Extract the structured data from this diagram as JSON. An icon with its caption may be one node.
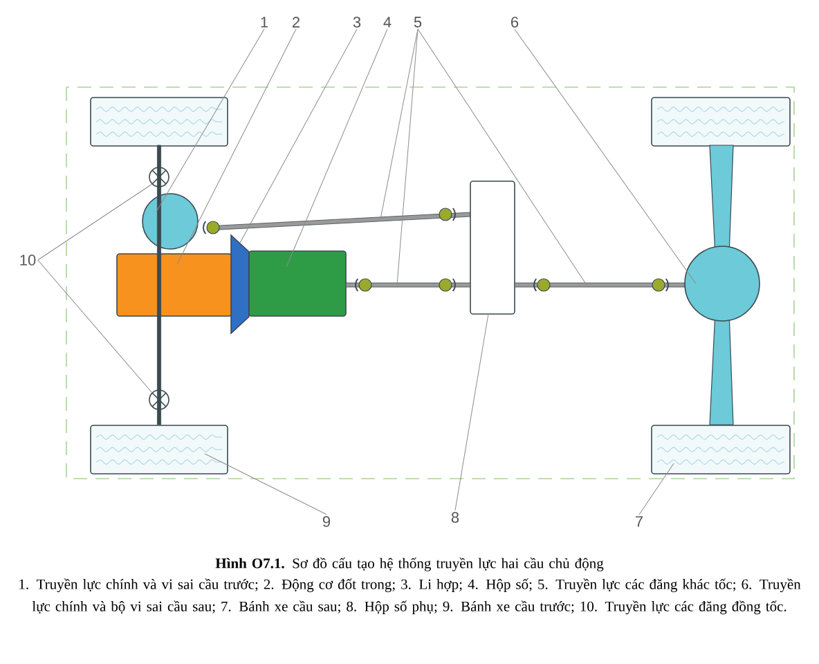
{
  "diagram": {
    "caption": "**Hình O7.1.** Sơ đồ cấu tạo hệ thống truyền lực hai cầu chủ động",
    "nodes": [
      {
        "text": [
          "1"
        ]
      },
      {
        "text": [
          "2"
        ]
      },
      {
        "text": [
          "3"
        ]
      },
      {
        "text": [
          "4"
        ]
      },
      {
        "text": [
          "5"
        ]
      },
      {
        "text": [
          "6"
        ]
      },
      {
        "text": [
          "7"
        ]
      },
      {
        "text": [
          "8"
        ]
      },
      {
        "text": [
          "9"
        ]
      },
      {
        "text": [
          "10"
        ]
      },
      {
        "text": [],
        "shape": "box"
      },
      {
        "text": [],
        "shape": "box"
      },
      {
        "text": [],
        "shape": "circle"
      },
      {
        "text": [],
        "shape": "circle"
      },
      {
        "text": [],
        "shape": "box"
      },
      {
        "text": [],
        "shape": "trapezoid"
      },
      {
        "text": [],
        "shape": "box"
      },
      {
        "text": [],
        "shape": "bar"
      },
      {
        "text": [],
        "shape": "box"
      },
      {
        "text": [],
        "shape": "bar"
      },
      {
        "text": [],
        "shape": "bar"
      },
      {
        "text": [],
        "shape": "circle"
      },
      {
        "text": [],
        "shape": "circle"
      },
      {
        "text": [],
        "shape": "box"
      },
      {
        "text": [],
        "shape": "box"
      },
      {
        "text": [],
        "shape": "bar"
      }
    ],
    "edges": [
      {
        "from": 0,
        "to": 13,
        "arrow": "none"
      },
      {
        "from": 1,
        "to": 14,
        "arrow": "none"
      },
      {
        "from": 2,
        "to": 15,
        "arrow": "none"
      },
      {
        "from": 3,
        "to": 16,
        "arrow": "none"
      },
      {
        "from": 4,
        "to": 17,
        "arrow": "none"
      },
      {
        "from": 4,
        "to": 19,
        "arrow": "none"
      },
      {
        "from": 4,
        "to": 20,
        "arrow": "none"
      },
      {
        "from": 5,
        "to": 21,
        "arrow": "none"
      },
      {
        "from": 6,
        "to": 24,
        "arrow": "none"
      },
      {
        "from": 7,
        "to": 18,
        "arrow": "none"
      },
      {
        "from": 8,
        "to": 23,
        "arrow": "none"
      },
      {
        "from": 9,
        "to": 12,
        "arrow": "none"
      },
      {
        "from": 9,
        "to": 22,
        "arrow": "none"
      }
    ],
    "labels": [
      "1. Truyền lực chính và vi sai cầu trước; 2. Động cơ đốt trong; 3. Li hợp; 4. Hộp số; 5. Truyền lực các đăng khác tốc; 6. Truyền lực chính và bộ vi sai cầu sau; 7. Bánh xe cầu sau; 8. Hộp số phụ; 9. Bánh xe cầu trước; 10. Truyền lực các đăng đồng tốc."
    ]
  }
}
